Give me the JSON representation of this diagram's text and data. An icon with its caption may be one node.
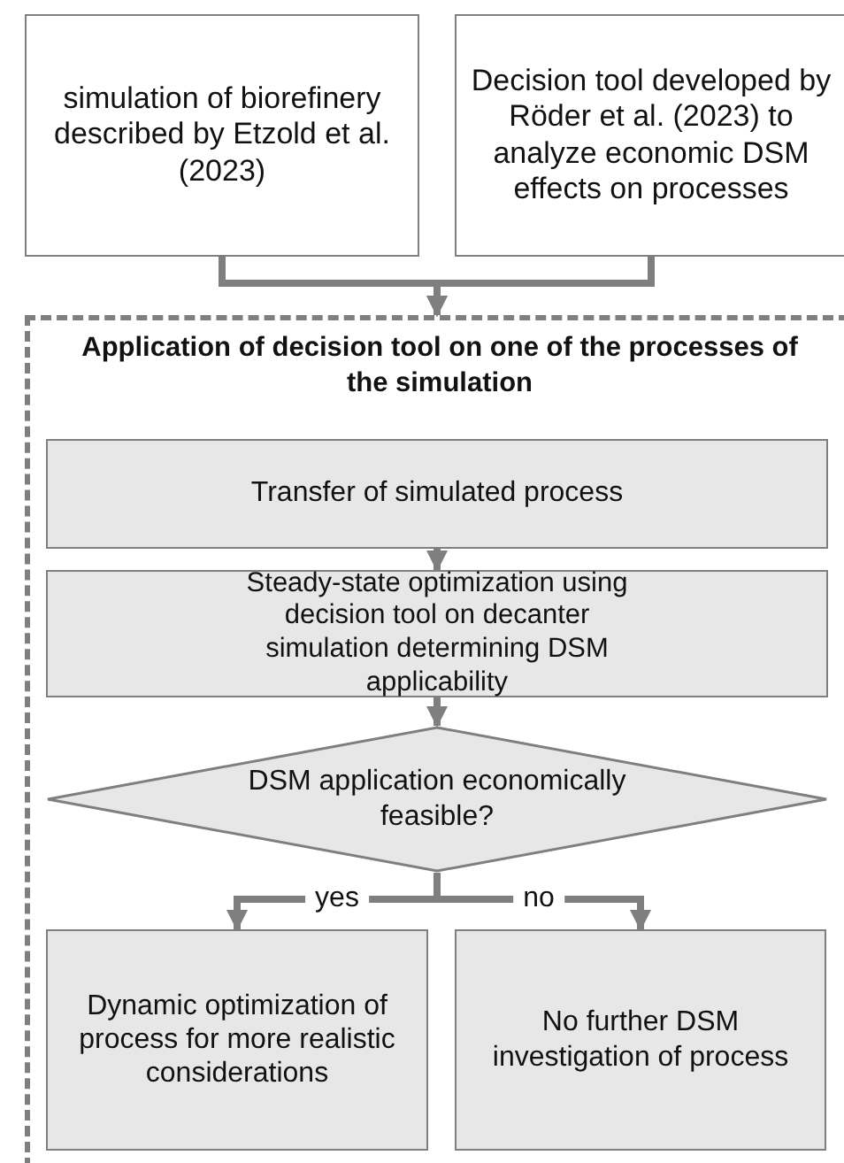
{
  "diagram": {
    "nodes": [
      {
        "text": [
          "simulation of biorefinery described by Etzold et al. (2023)"
        ]
      },
      {
        "text": [
          "Decision tool developed by Röder et al. (2023) to analyze economic DSM effects on processes"
        ]
      },
      {
        "text": [
          "Application of decision tool on one of the processes of the simulation"
        ]
      },
      {
        "text": [
          "Transfer of simulated process"
        ],
        "in": 2
      },
      {
        "text": [
          "Steady-state optimization using decision tool on decanter simulation determining DSM applicability"
        ],
        "in": 2
      },
      {
        "text": [
          "DSM application economically feasible?"
        ],
        "in": 2
      },
      {
        "text": [
          "Dynamic optimization of process for more realistic considerations"
        ],
        "in": 2
      },
      {
        "text": [
          "No further DSM investigation of process"
        ],
        "in": 2
      }
    ],
    "edges": [
      {
        "from": 0,
        "to": 2,
        "arrow": "to"
      },
      {
        "from": 1,
        "to": 2,
        "arrow": "to"
      },
      {
        "from": 3,
        "to": 4,
        "arrow": "to"
      },
      {
        "from": 4,
        "to": 5,
        "arrow": "to"
      },
      {
        "from": 5,
        "to": 6,
        "arrow": "to",
        "label": "yes"
      },
      {
        "from": 5,
        "to": 7,
        "arrow": "to",
        "label": "no"
      }
    ]
  }
}
